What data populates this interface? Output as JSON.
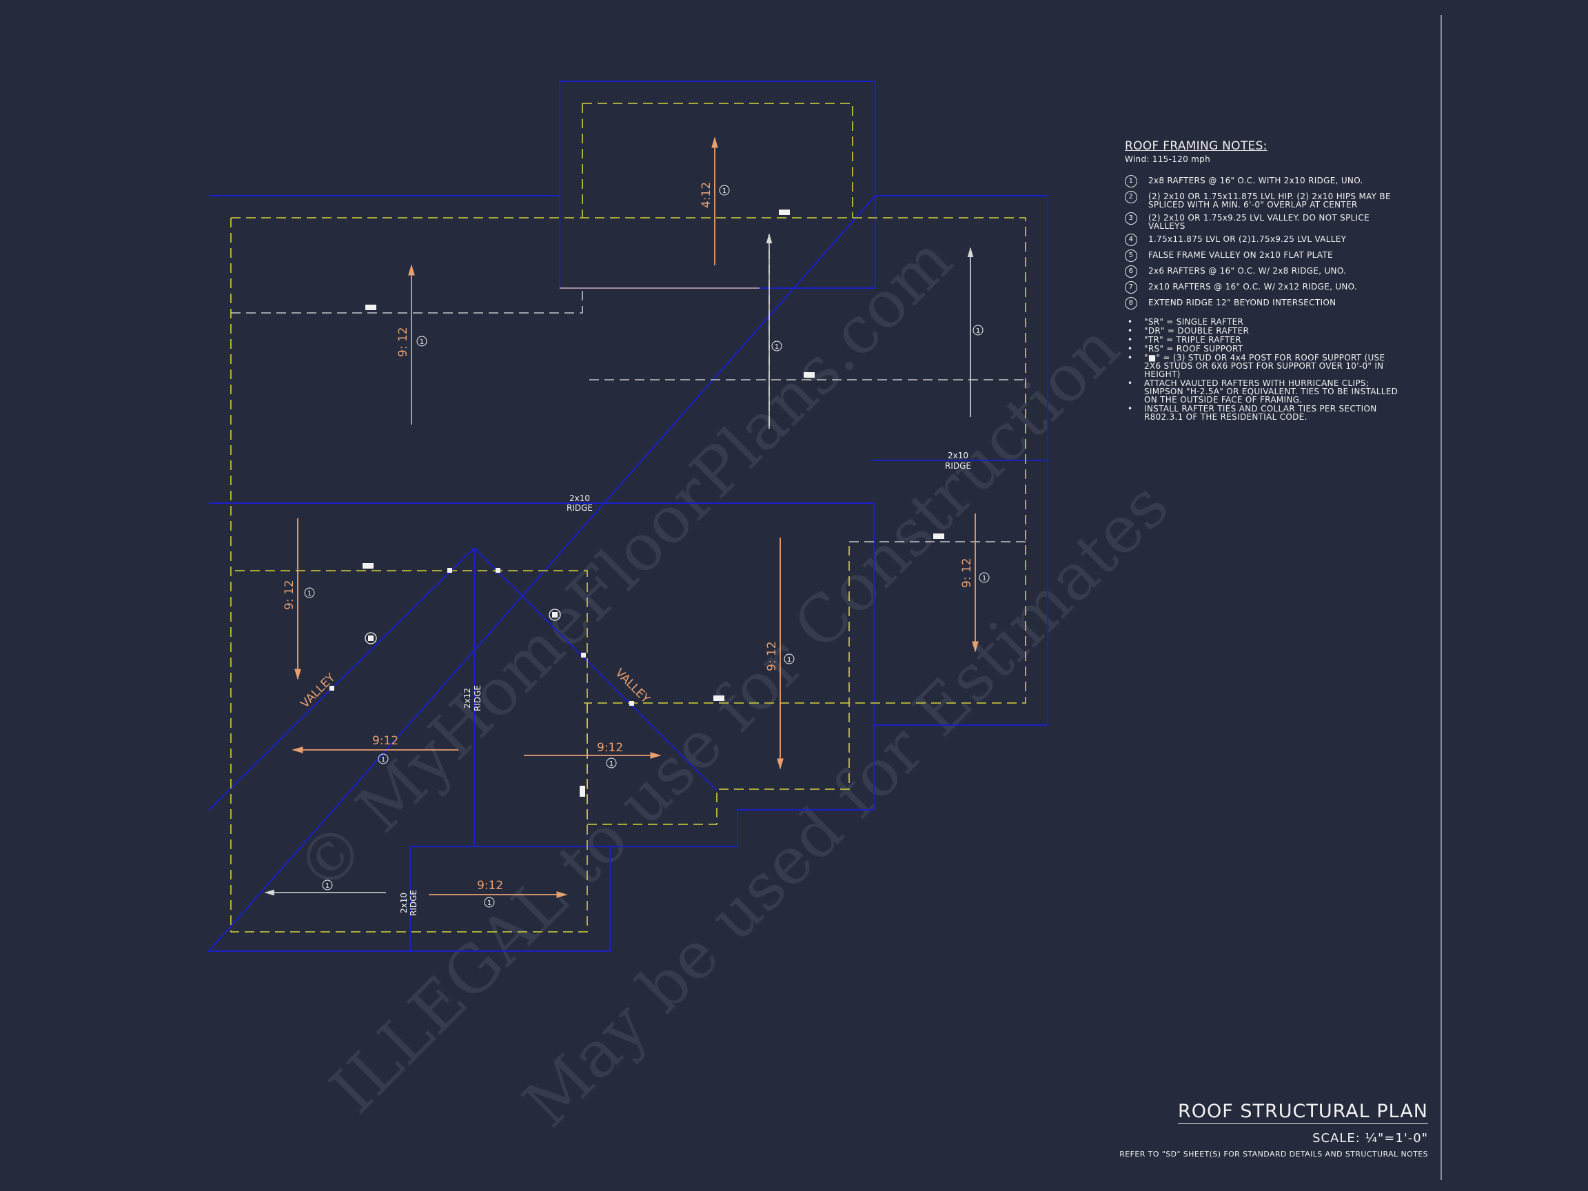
{
  "colors": {
    "background": "#252a3c",
    "wall_blue": "#1a20c8",
    "dash_yellow": "#d6d23a",
    "dash_white": "#c8c8c8",
    "arrow_orange": "#e8a070",
    "text_white": "#f2f2f2"
  },
  "plan": {
    "valley_label": "VALLEY",
    "ridge_2x10": "2x10",
    "ridge_2x12": "2x12",
    "ridge_word": "RIDGE",
    "pitch_4": "4:12",
    "pitch_9": "9:12",
    "pitch_9_spaced": "9: 12",
    "rafter_marker": "1"
  },
  "notes": {
    "heading": "ROOF FRAMING NOTES:",
    "wind": "Wind: 115-120 mph",
    "items": [
      {
        "num": "1",
        "text": "2x8 RAFTERS @ 16\" O.C. WITH 2x10 RIDGE, UNO."
      },
      {
        "num": "2",
        "text": "(2) 2x10 OR 1.75x11.875 LVL HIP. (2) 2x10 HIPS MAY BE SPLICED WITH A MIN. 6'-0\" OVERLAP AT CENTER"
      },
      {
        "num": "3",
        "text": "(2) 2x10 OR 1.75x9.25 LVL VALLEY. DO NOT SPLICE VALLEYS"
      },
      {
        "num": "4",
        "text": "1.75x11.875 LVL OR (2)1.75x9.25 LVL VALLEY"
      },
      {
        "num": "5",
        "text": "FALSE FRAME VALLEY ON 2x10 FLAT PLATE"
      },
      {
        "num": "6",
        "text": "2x6 RAFTERS @ 16\" O.C. W/ 2x8 RIDGE, UNO."
      },
      {
        "num": "7",
        "text": "2x10 RAFTERS @ 16\" O.C. W/ 2x12 RIDGE, UNO."
      },
      {
        "num": "8",
        "text": "EXTEND RIDGE 12\" BEYOND INTERSECTION"
      }
    ],
    "bullets": [
      "\"SR\"  = SINGLE RAFTER",
      "\"DR\" = DOUBLE RAFTER",
      "\"TR\" = TRIPLE RAFTER",
      "\"RS\" = ROOF SUPPORT",
      "\"■\" = (3) STUD OR 4x4 POST FOR ROOF SUPPORT (USE 2X6 STUDS OR 6X6 POST FOR SUPPORT OVER 10'-0\" IN HEIGHT)",
      "ATTACH VAULTED RAFTERS WITH HURRICANE CLIPS; SIMPSON \"H-2.5A\" OR EQUIVALENT. TIES TO BE INSTALLED ON THE OUTSIDE FACE OF FRAMING.",
      "INSTALL RAFTER TIES AND COLLAR TIES PER SECTION R802.3.1 OF THE  RESIDENTIAL CODE."
    ]
  },
  "title_block": {
    "title": "ROOF STRUCTURAL PLAN",
    "scale": "SCALE: ¼\"=1'-0\"",
    "refer": "REFER TO \"SD\" SHEET(S) FOR STANDARD DETAILS AND STRUCTURAL NOTES"
  },
  "watermark": {
    "line1": "© MyHomeFloorPlans.com",
    "line2": "ILLEGAL to use for Construction",
    "line3": "May be used for Estimates"
  }
}
